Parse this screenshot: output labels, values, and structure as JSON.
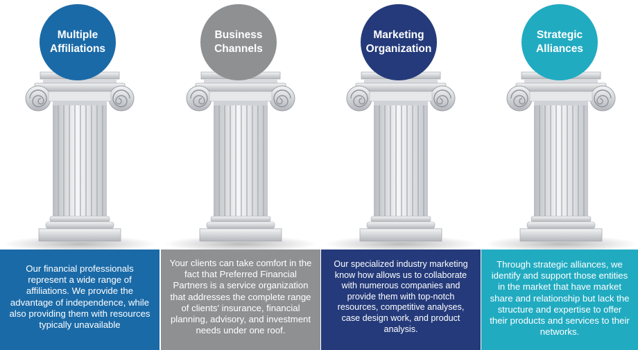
{
  "pillars": [
    {
      "title": "Multiple Affiliations",
      "description": "Our financial professionals represent a wide range of affiliations. We provide the advantage of independence, while also providing them with resources typically unavailable",
      "color": "#1a6aa7"
    },
    {
      "title": "Business Channels",
      "description": "Your clients can take comfort in the fact that Preferred Financial Partners is a service organization that addresses the complete range of clients' insurance, financial planning, advisory, and investment needs under one roof.",
      "color": "#8f9092"
    },
    {
      "title": "Marketing Organization",
      "description": "Our specialized industry marketing know how allows us to collaborate with numerous companies and provide them with top-notch resources, competitive analyses, case design work, and product analysis.",
      "color": "#243a7a"
    },
    {
      "title": "Strategic Alliances",
      "description": "Through strategic alliances, we identify and support those entities in the market that have market share and relationship but lack the structure and expertise to offer their products and services to their networks.",
      "color": "#21abc1"
    }
  ]
}
